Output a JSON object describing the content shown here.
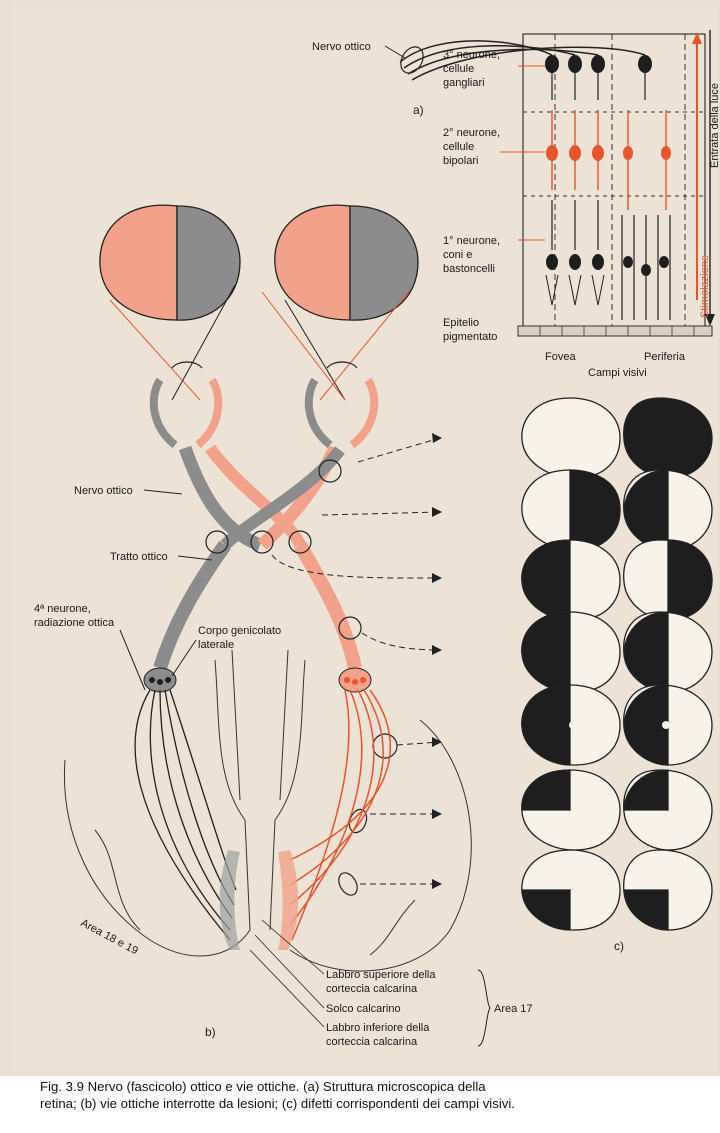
{
  "figure": {
    "panel_a": {
      "letter": "a)",
      "nervo_ottico": "Nervo ottico",
      "neuron3": [
        "3° neurone,",
        "cellule",
        "gangliari"
      ],
      "neuron2": [
        "2° neurone,",
        "cellule",
        "bipolari"
      ],
      "neuron1": [
        "1° neurone,",
        "coni e",
        "bastoncelli"
      ],
      "epitelio": [
        "Epitelio",
        "pigmentato"
      ],
      "fovea": "Fovea",
      "periferia": "Periferia",
      "campi_visivi": "Campi visivi",
      "entrata": "Entrata della luce",
      "stimolazione": "Stimolazione"
    },
    "panel_b": {
      "letter": "b)",
      "nervo_ottico": "Nervo ottico",
      "tratto_ottico": "Tratto ottico",
      "neuron4": [
        "4ª neurone,",
        "radiazione ottica"
      ],
      "corpo_genicolato": [
        "Corpo genicolato",
        "laterale"
      ],
      "area_18_19": "Area 18 e 19",
      "labbro_superiore": [
        "Labbro superiore della",
        "corteccia calcarina"
      ],
      "solco": "Solco calcarino",
      "labbro_inferiore": [
        "Labbro inferiore della",
        "corteccia calcarina"
      ],
      "area_17": "Area 17"
    },
    "panel_c": {
      "letter": "c)"
    },
    "colors": {
      "salmon": "#f2a18a",
      "gray": "#8c8c8c",
      "red_orange": "#e8542c",
      "dark": "#1e1e1e"
    }
  },
  "caption": {
    "line1": "Fig. 3.9  Nervo (fascicolo) ottico e vie ottiche. (a) Struttura microscopica della",
    "line2": "retina; (b) vie ottiche interrotte da lesioni; (c) difetti corrispondenti dei campi visivi."
  }
}
